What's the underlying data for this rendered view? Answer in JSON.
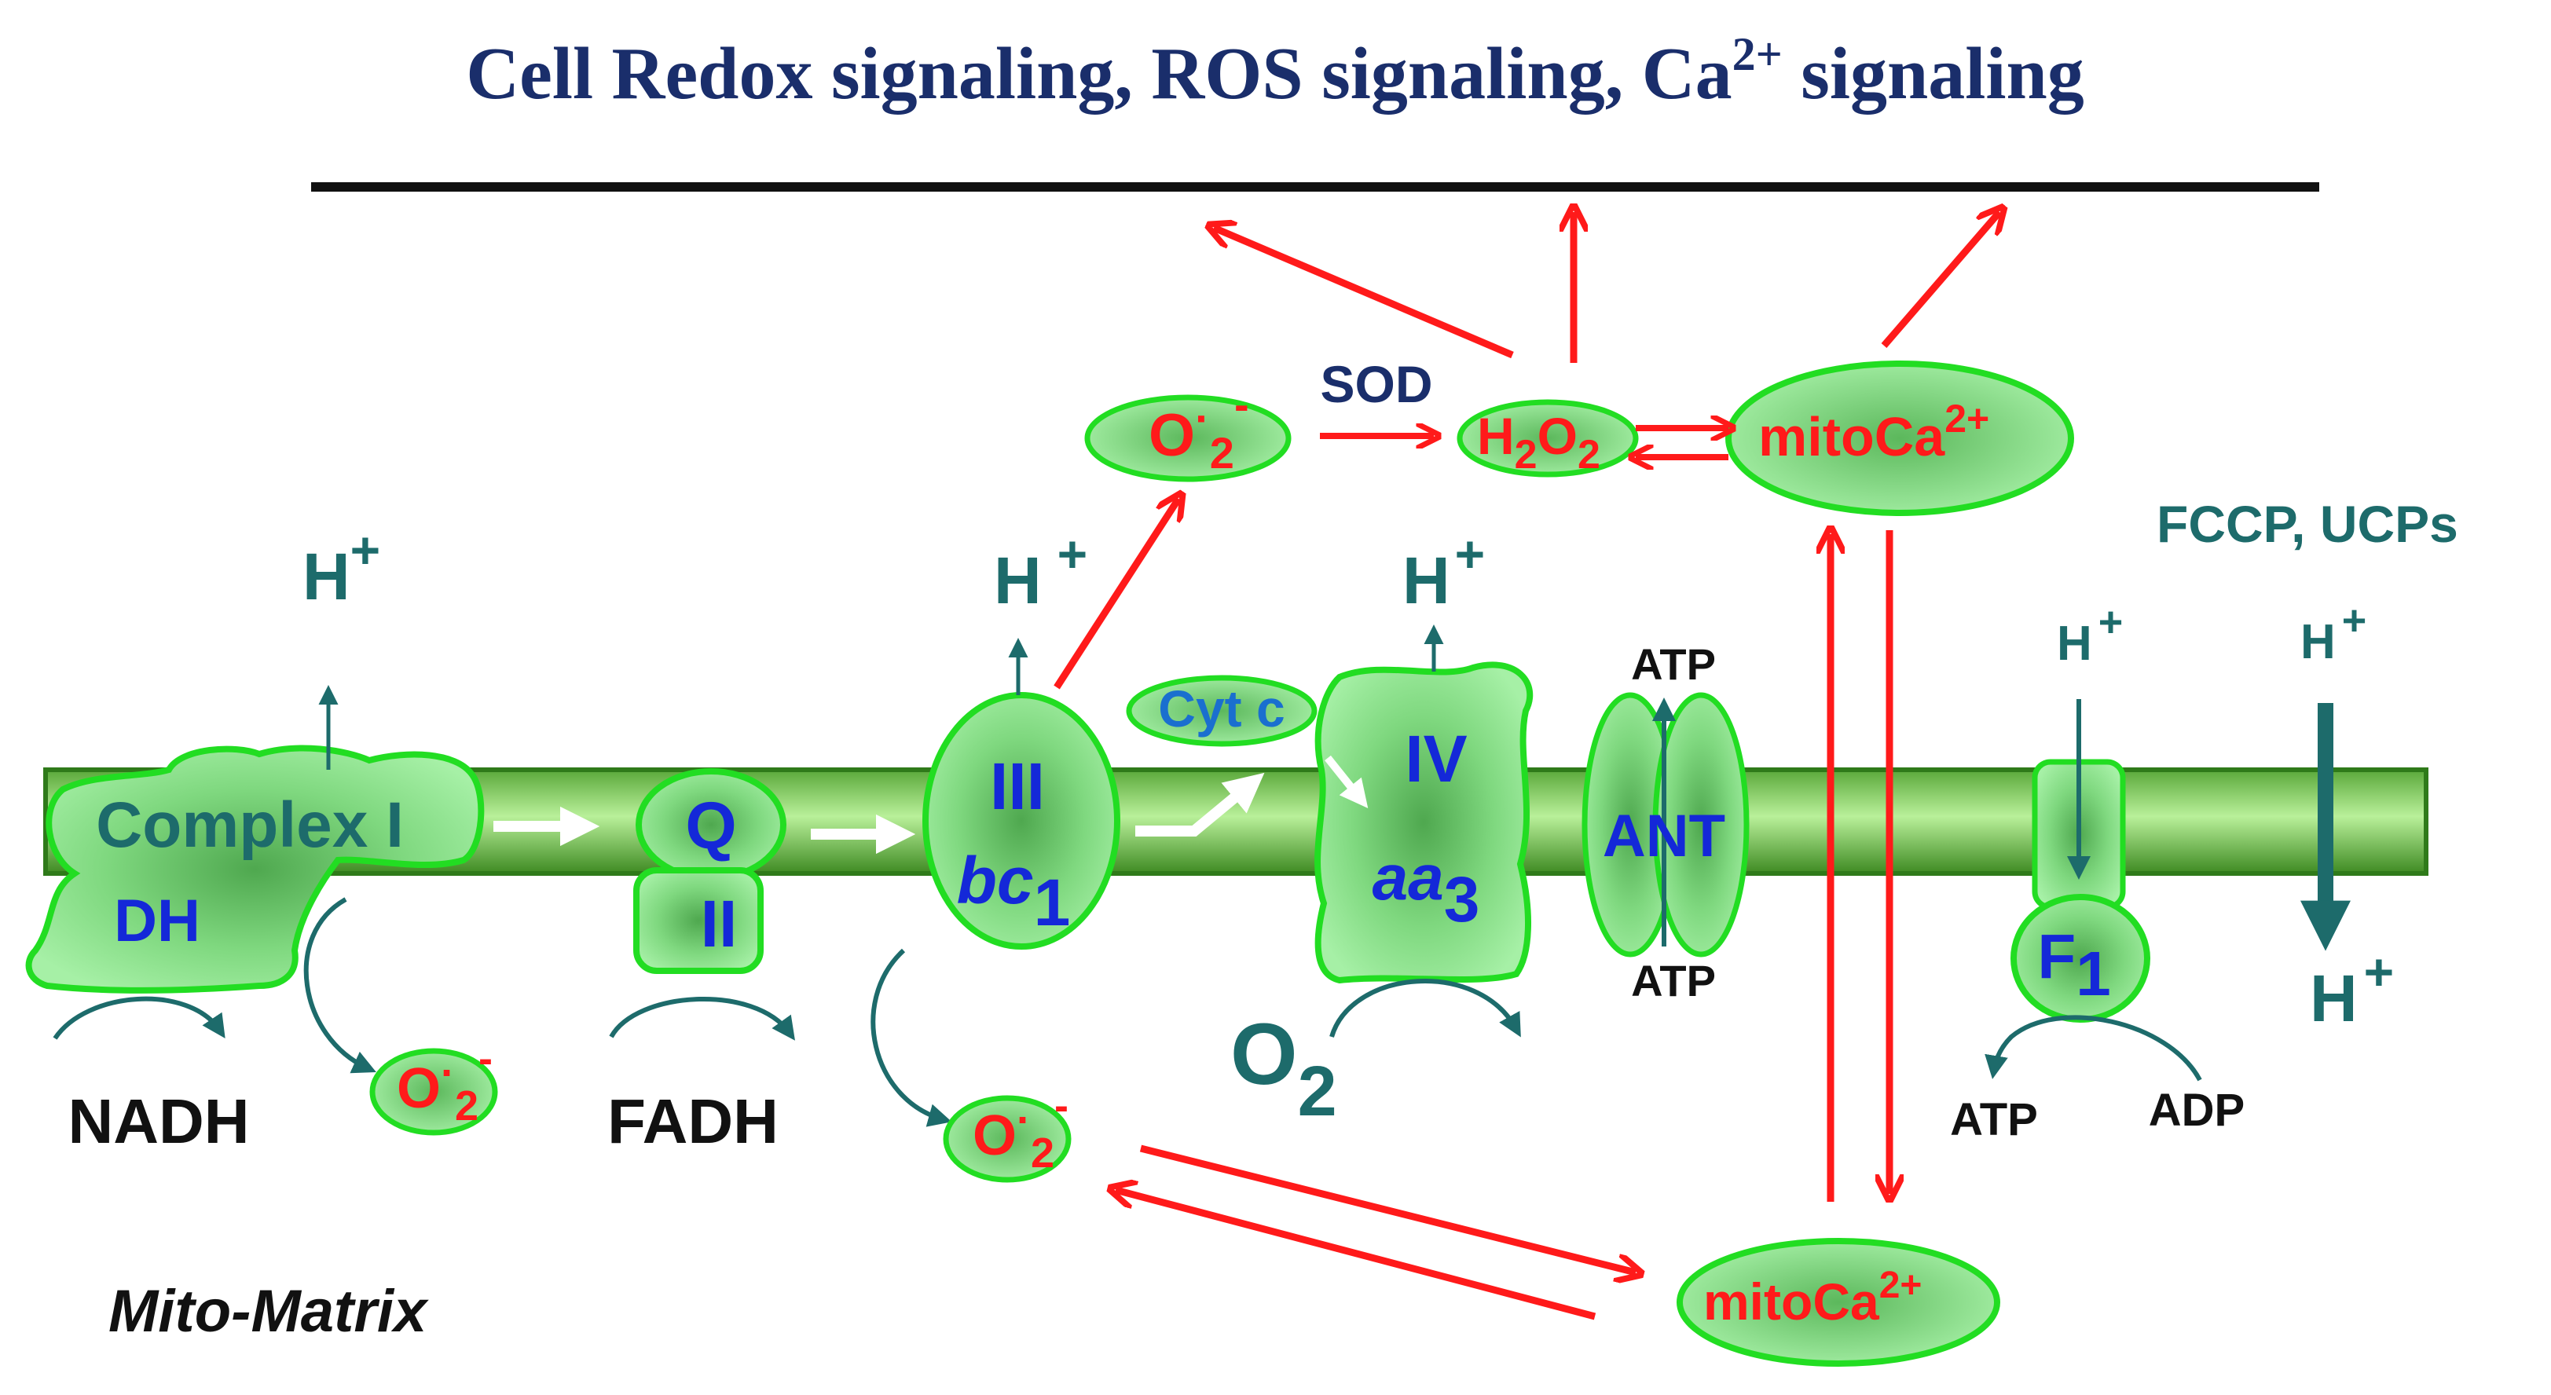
{
  "title": {
    "part1": "Cell Redox signaling,  ROS signaling,  Ca",
    "sup": "2+",
    "part2": " signaling"
  },
  "membrane": {
    "complex_i": "Complex I",
    "dh": "DH",
    "q": "Q",
    "ii": "II",
    "iii": "III",
    "bc_base": "bc",
    "bc_sub": "1",
    "cyt_c": "Cyt c",
    "iv": "IV",
    "aa_base": "aa",
    "aa_sub": "3",
    "ant": "ANT",
    "f1_base": "F",
    "f1_sub": "1"
  },
  "protons": {
    "h": "H",
    "plus": "+"
  },
  "substrates": {
    "nadh": "NADH",
    "fadh": "FADH",
    "o2_base": "O",
    "o2_sub": "2",
    "atp": "ATP",
    "adp": "ADP"
  },
  "ros": {
    "o_base": "O",
    "dot": "·",
    "sub": "2",
    "minus": "-",
    "sod": "SOD",
    "h2o2_h": "H",
    "h2o2_o": "O",
    "h2o2_sub": "2"
  },
  "calcium": {
    "mito_ca": "mitoCa",
    "sup": "2+"
  },
  "uncouplers": "FCCP, UCPs",
  "matrix_label": "Mito-Matrix",
  "colors": {
    "title": "#1a2e6b",
    "teal": "#1d6b6b",
    "blue_label": "#1428d8",
    "red": "#ff1a1a",
    "green_fill": "#7ee07e",
    "green_edge": "#22dd22",
    "membrane_dark": "#4a9a2a"
  }
}
